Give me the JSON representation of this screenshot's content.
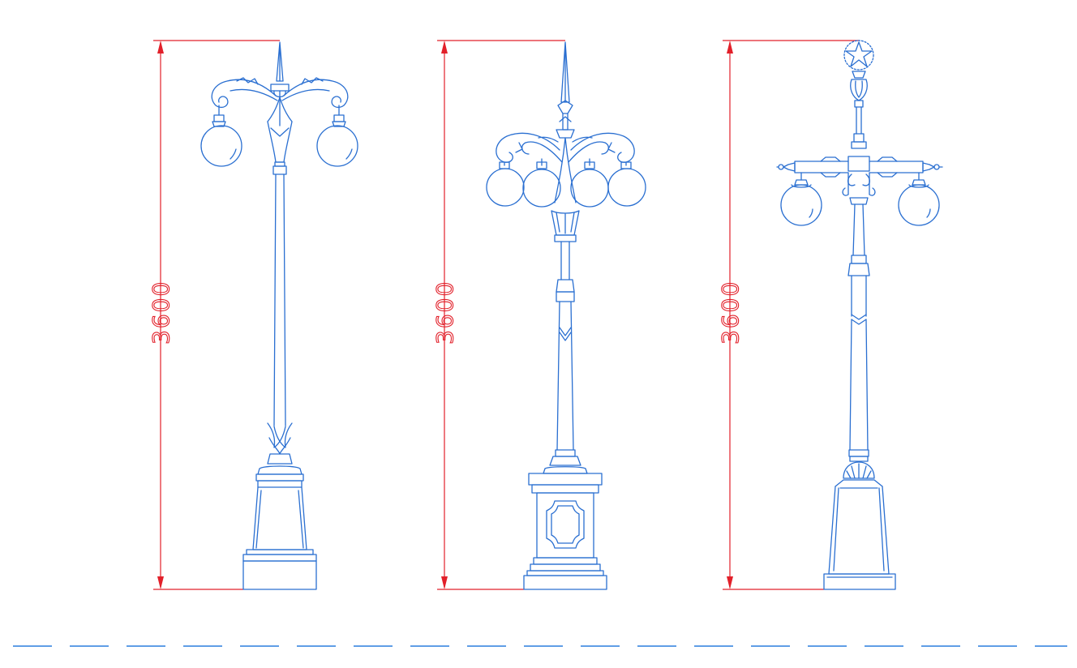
{
  "dimensions": [
    {
      "id": "lamp-1",
      "value": "3600"
    },
    {
      "id": "lamp-2",
      "value": "3600"
    },
    {
      "id": "lamp-3",
      "value": "3600"
    }
  ],
  "colors": {
    "lamp_lines": "#2a6fd1",
    "dimension_lines": "#e2202a",
    "dashed_line": "#4a90e2"
  }
}
